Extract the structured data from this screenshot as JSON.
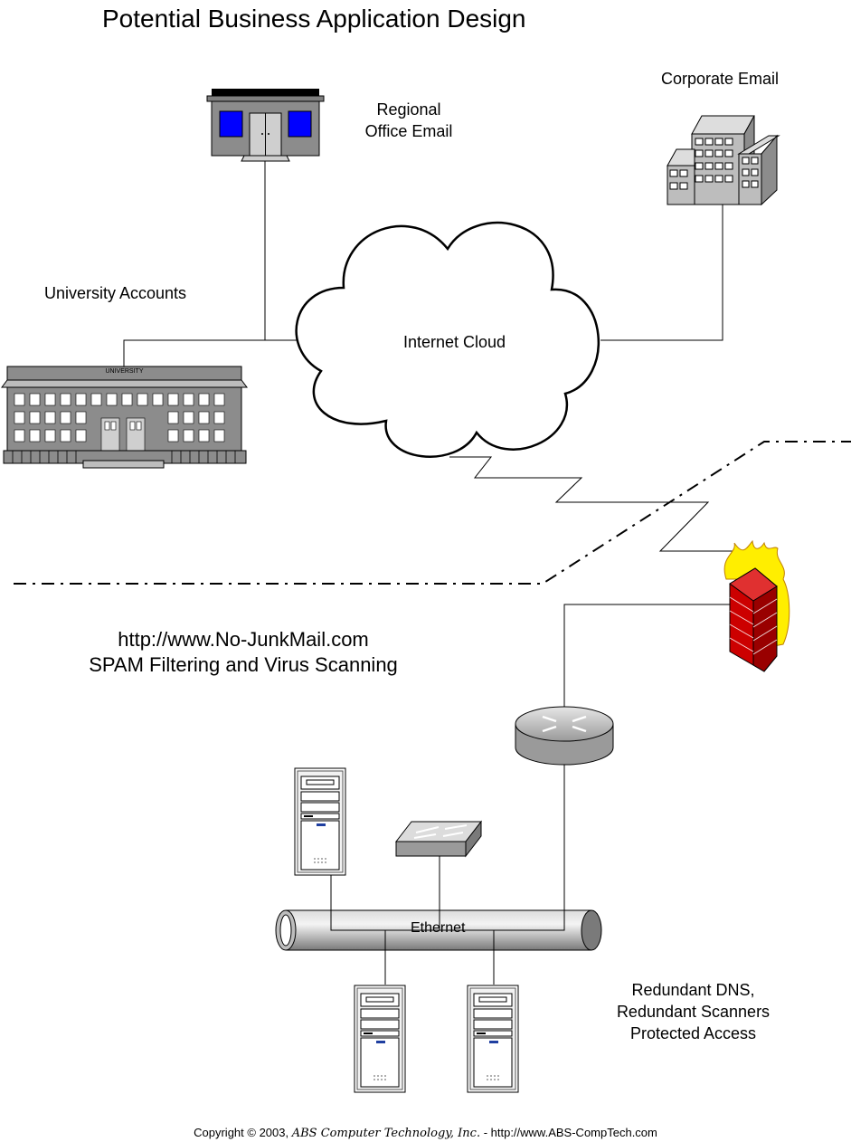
{
  "title": "Potential Business Application Design",
  "nodes": {
    "regional_office": "Regional\nOffice Email",
    "corporate": "Corporate Email",
    "university": "University Accounts",
    "university_sign": "UNIVERSITY",
    "cloud": "Internet Cloud",
    "ethernet": "Ethernet"
  },
  "service": {
    "url": "http://www.No-JunkMail.com",
    "desc": "SPAM Filtering and Virus Scanning"
  },
  "notes": {
    "line1": "Redundant DNS,",
    "line2": "Redundant Scanners",
    "line3": "Protected Access"
  },
  "footer": {
    "prefix": "Copyright © 2003, ",
    "company": "ABS Computer Technology, Inc.",
    "suffix": " - http://www.ABS-CompTech.com"
  },
  "icons": {
    "regional_office": "house-icon",
    "corporate": "office-building-icon",
    "university": "university-building-icon",
    "firewall": "firewall-icon",
    "router": "router-icon",
    "switch": "switch-icon",
    "server": "server-tower-icon"
  },
  "colors": {
    "line": "#000000",
    "building_gray": "#8c8c8c",
    "window_blue": "#0000ff",
    "firewall_red": "#cc0000",
    "flame_yellow": "#ffee00"
  }
}
